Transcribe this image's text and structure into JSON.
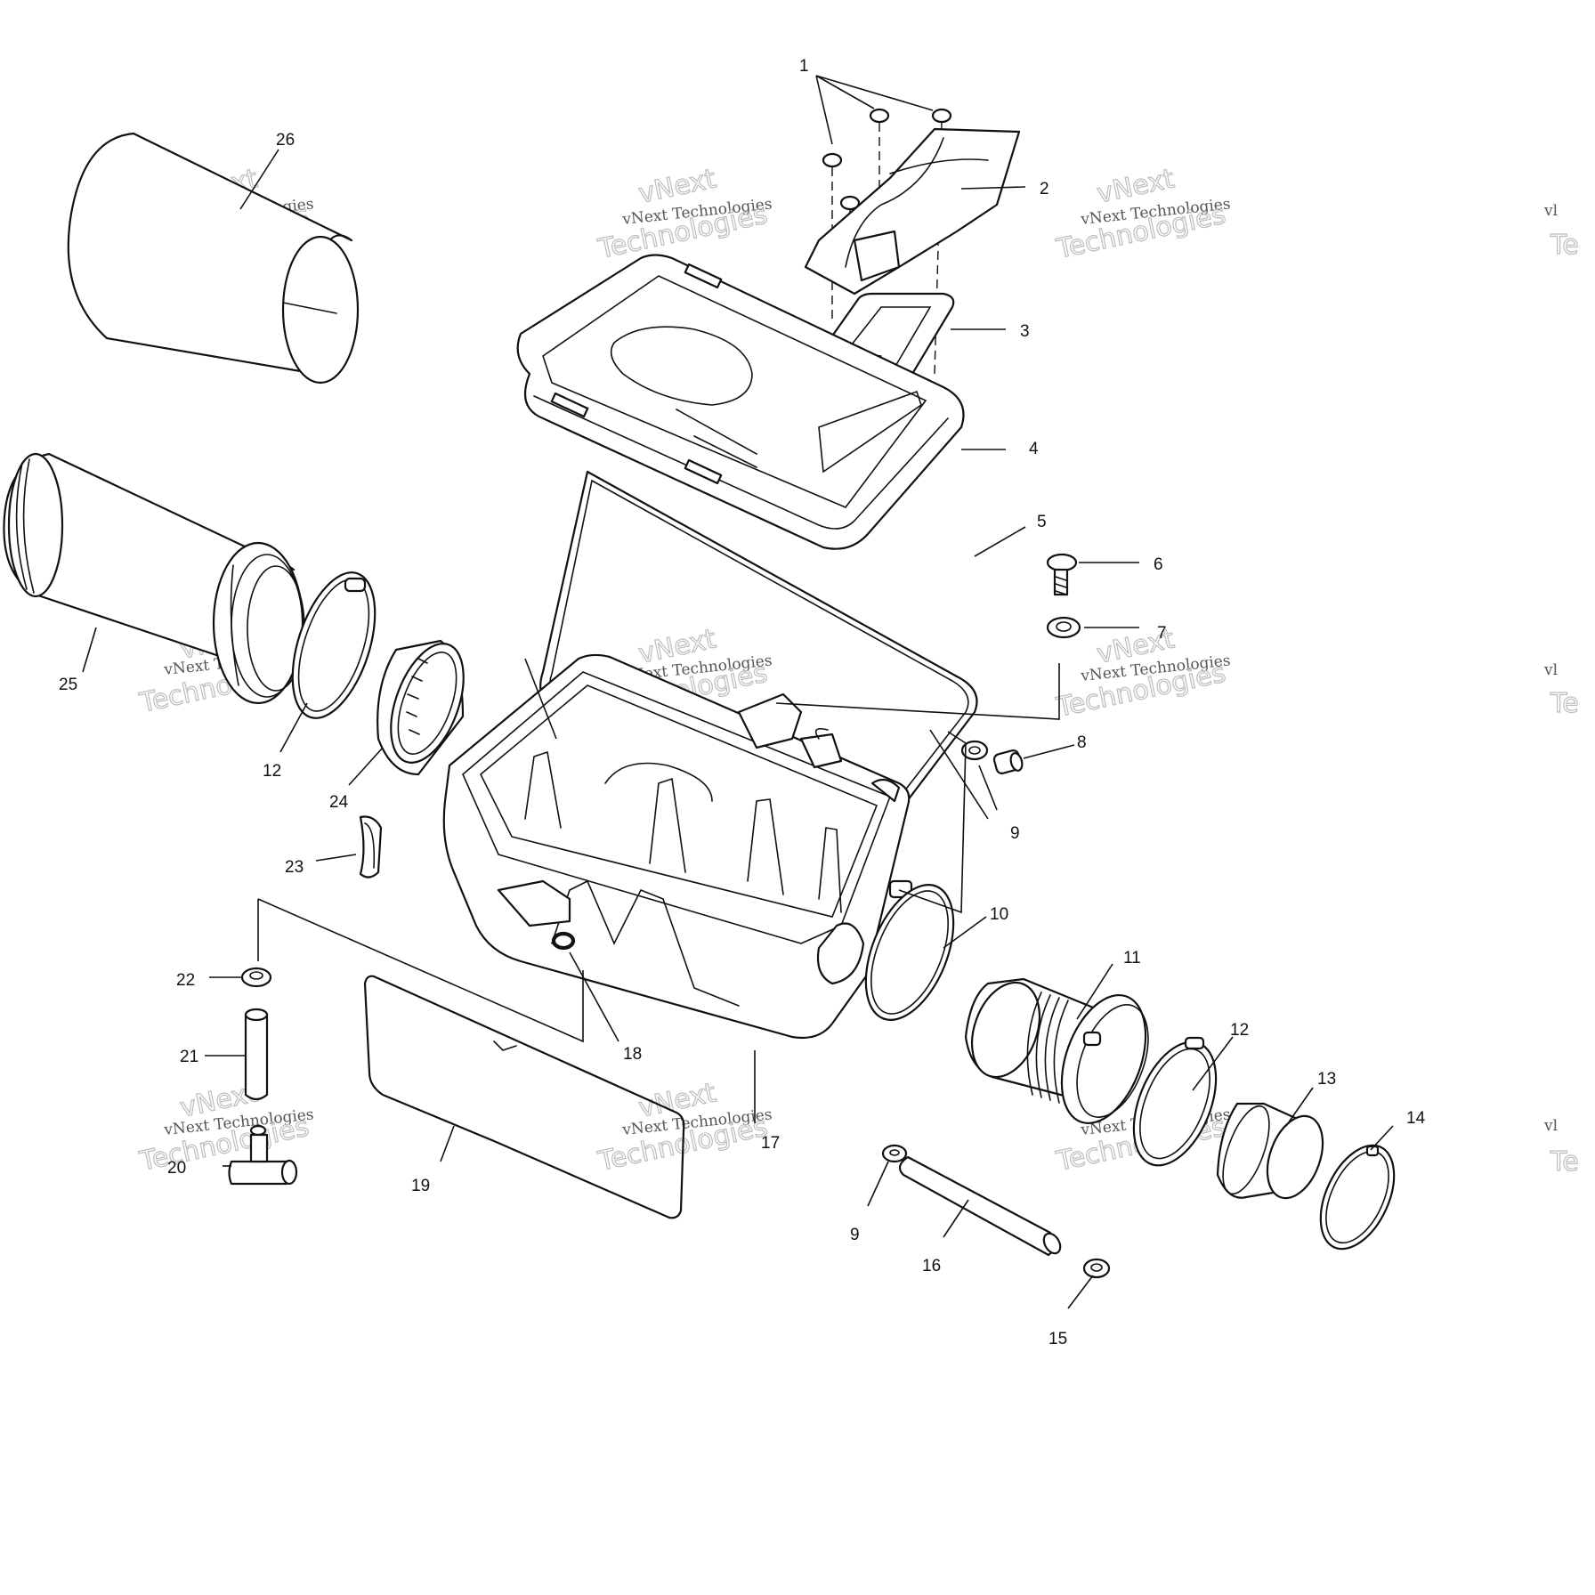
{
  "watermark": {
    "brand": "vNext",
    "line1": "vNext Technologies",
    "line2": "Technologies",
    "cutoff": "vl",
    "cutoff_big": "Te"
  },
  "callouts": {
    "p1": "1",
    "p2": "2",
    "p3": "3",
    "p4": "4",
    "p5": "5",
    "p6": "6",
    "p7": "7",
    "p8": "8",
    "p9a": "9",
    "p9b": "9",
    "p10": "10",
    "p11": "11",
    "p12a": "12",
    "p12b": "12",
    "p13": "13",
    "p14": "14",
    "p15": "15",
    "p16": "16",
    "p17": "17",
    "p18": "18",
    "p19": "19",
    "p20": "20",
    "p21": "21",
    "p22": "22",
    "p23": "23",
    "p24": "24",
    "p25": "25",
    "p26": "26"
  }
}
